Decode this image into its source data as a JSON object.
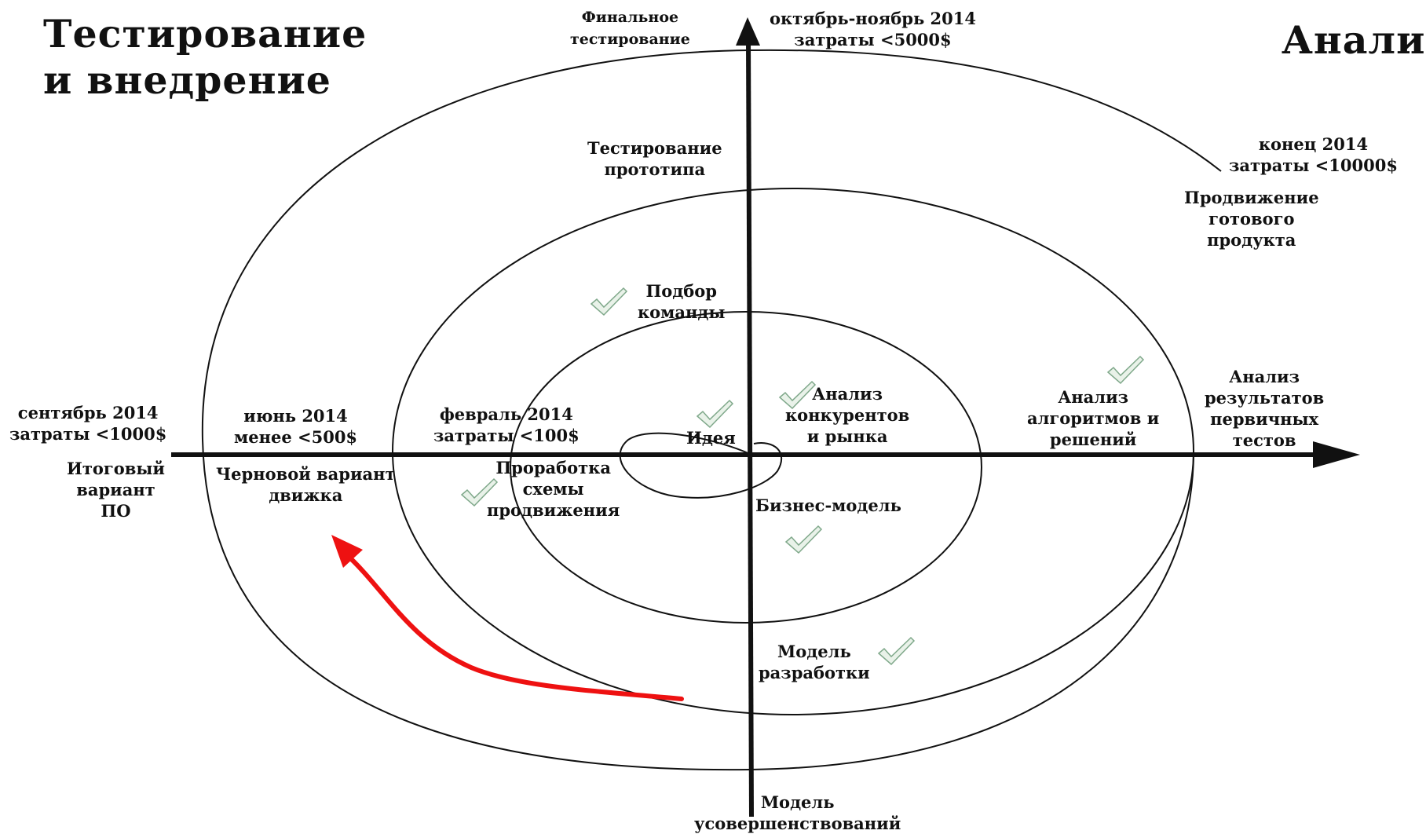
{
  "headings": {
    "top_left": "Тестирование\nи внедрение",
    "top_right": "Анали"
  },
  "labels": {
    "final_testing": "Финальное\nтестирование",
    "oct_nov_2014": "октябрь-ноябрь 2014\nзатраты <5000$",
    "end_2014": "конец 2014\nзатраты <10000$",
    "promotion_ready": "Продвижение\nготового\nпродукта",
    "prototype_testing": "Тестирование\nпрототипа",
    "team_selection": "Подбор\nкоманды",
    "competitor_analysis": "Анализ\nконкурентов\nи рынка",
    "algorithm_analysis": "Анализ\nалгоритмов и\nрешений",
    "primary_results": "Анализ\nрезультатов\nпервичных\nтестов",
    "idea": "Идея",
    "feb_2014": "февраль 2014\nзатраты <100$",
    "june_2014": "июнь 2014\nменее <500$",
    "sep_2014": "сентябрь 2014\nзатраты <1000$",
    "final_software": "Итоговый\nвариант\nПО",
    "draft_engine": "Черновой вариант\nдвижка",
    "promotion_scheme": "Проработка\nсхемы\nпродвижения",
    "business_model": "Бизнес-модель",
    "dev_model": "Модель\nразработки",
    "improvement_model": "Модель\nусовершенствований"
  },
  "colors": {
    "ink": "#111111",
    "arrow_red": "#ee1111",
    "check_fill": "#e9f2e9",
    "check_stroke": "#7fa88a"
  }
}
